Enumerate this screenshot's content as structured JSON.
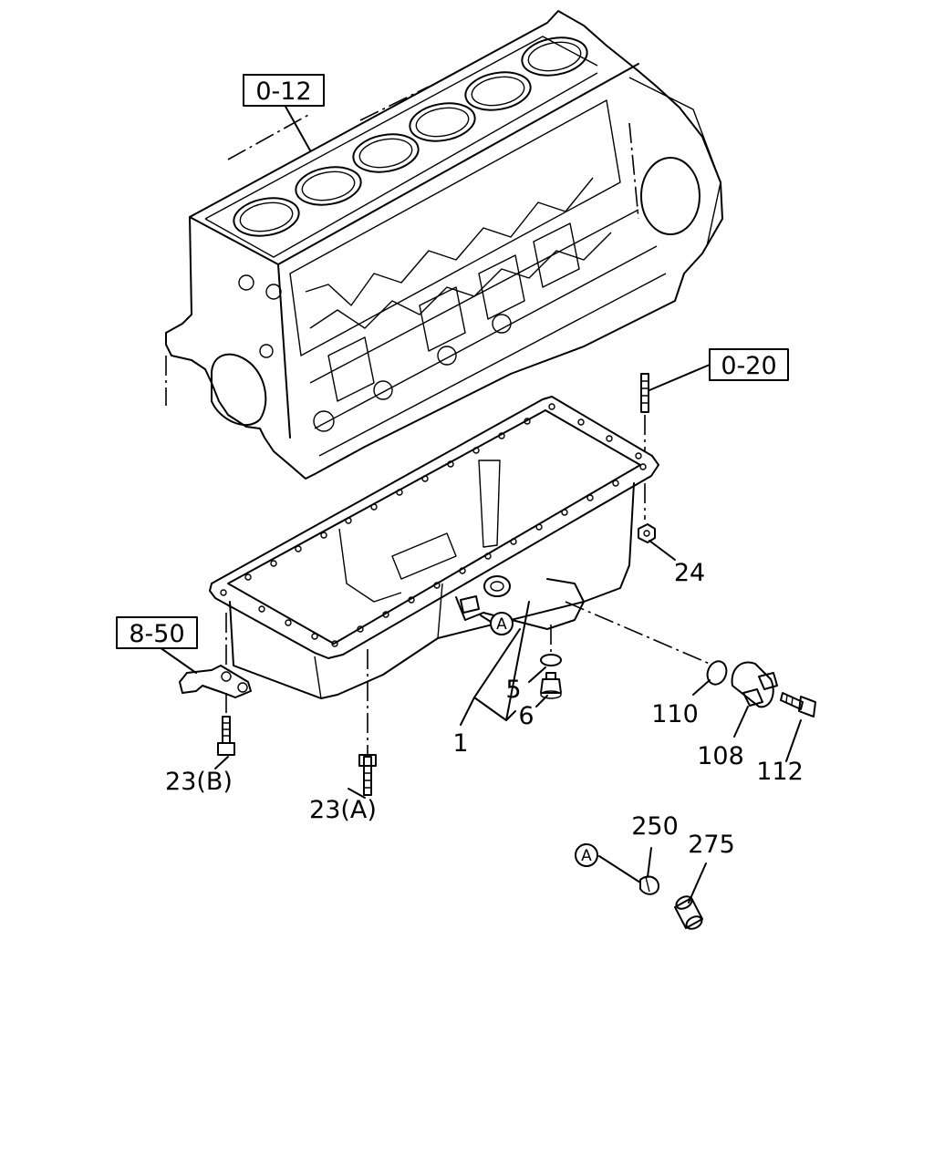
{
  "diagram": {
    "reference_boxes": [
      {
        "id": "ref-0-12",
        "text": "0-12"
      },
      {
        "id": "ref-0-20",
        "text": "0-20"
      },
      {
        "id": "ref-8-50",
        "text": "8-50"
      }
    ],
    "part_labels": {
      "p1": "1",
      "p5": "5",
      "p6": "6",
      "p23a": "23(A)",
      "p23b": "23(B)",
      "p24": "24",
      "p108": "108",
      "p110": "110",
      "p112": "112",
      "p250": "250",
      "p275": "275"
    },
    "callout_markers": {
      "pan": "A",
      "detail": "A"
    }
  }
}
